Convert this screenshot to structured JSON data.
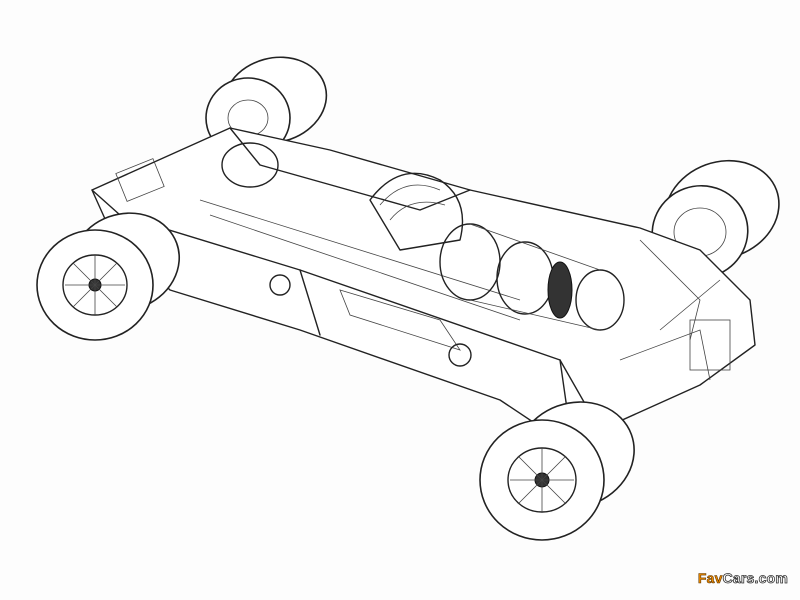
{
  "watermark": {
    "brand_a": "Fav",
    "brand_b": "Cars.com",
    "brand_a_color": "#f08c00"
  },
  "illustration": {
    "subject": "race-car-cutaway-drawing"
  }
}
